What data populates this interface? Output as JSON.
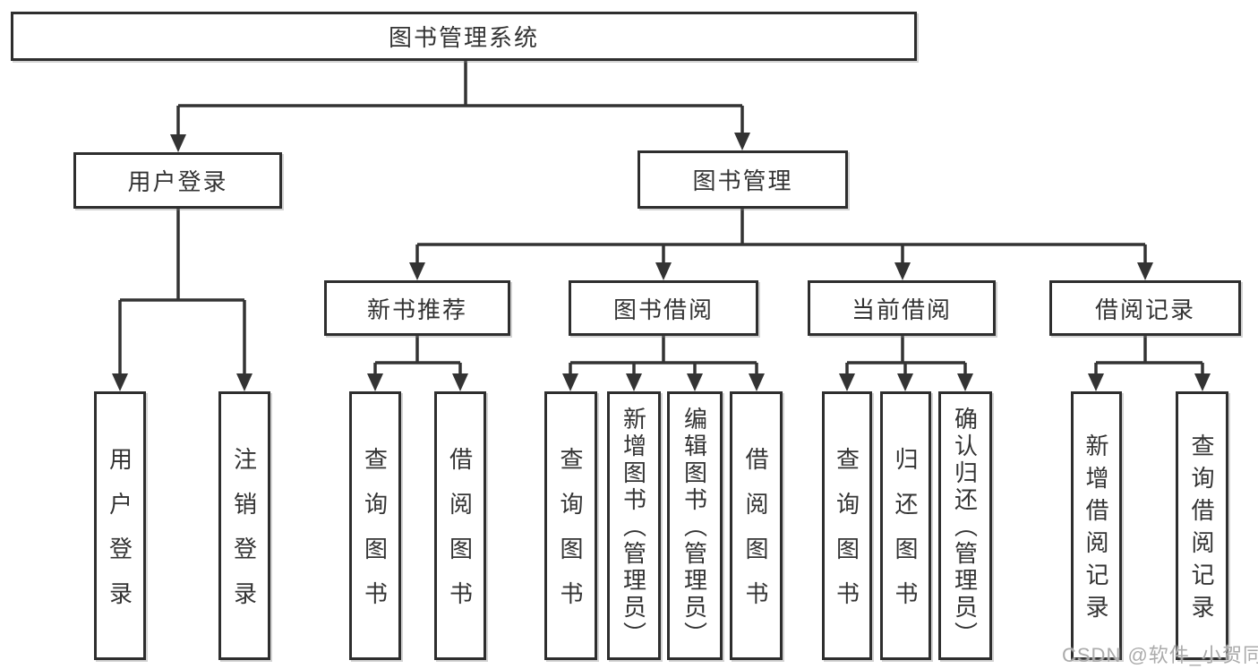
{
  "diagram_type": "hierarchy-flowchart",
  "colors": {
    "line": "#333333",
    "box_border": "#2e2e2e",
    "text": "#333333",
    "background": "#ffffff",
    "watermark": "#ababab"
  },
  "tree": {
    "label": "图书管理系统",
    "children": [
      {
        "label": "用户登录",
        "children": [
          {
            "label": "用户登录"
          },
          {
            "label": "注销登录"
          }
        ]
      },
      {
        "label": "图书管理",
        "children": [
          {
            "label": "新书推荐",
            "children": [
              {
                "label": "查询图书"
              },
              {
                "label": "借阅图书"
              }
            ]
          },
          {
            "label": "图书借阅",
            "children": [
              {
                "label": "查询图书"
              },
              {
                "label": "新增图书（管理员）"
              },
              {
                "label": "编辑图书（管理员）"
              },
              {
                "label": "借阅图书"
              }
            ]
          },
          {
            "label": "当前借阅",
            "children": [
              {
                "label": "查询图书"
              },
              {
                "label": "归还图书"
              },
              {
                "label": "确认归还（管理员）"
              }
            ]
          },
          {
            "label": "借阅记录",
            "children": [
              {
                "label": "新增借阅记录"
              },
              {
                "label": "查询借阅记录"
              }
            ]
          }
        ]
      }
    ]
  },
  "watermark": {
    "text": "CSDN @软件_小贺同学"
  }
}
